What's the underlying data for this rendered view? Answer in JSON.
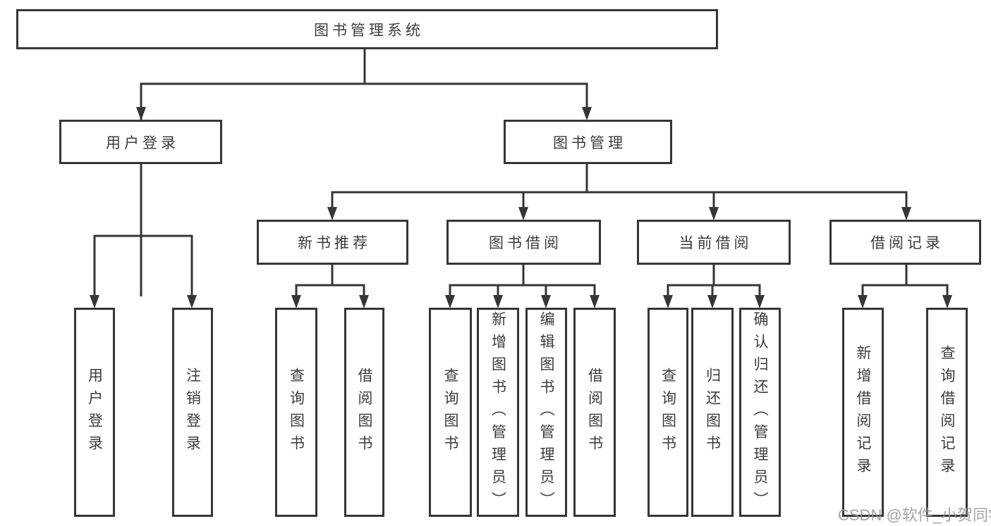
{
  "tree": {
    "label": "图书管理系统",
    "children": [
      {
        "label": "用户登录",
        "children": [
          {
            "label": "用户登录"
          },
          {
            "label": "注销登录"
          }
        ]
      },
      {
        "label": "图书管理",
        "children": [
          {
            "label": "新书推荐",
            "children": [
              {
                "label": "查询图书"
              },
              {
                "label": "借阅图书"
              }
            ]
          },
          {
            "label": "图书借阅",
            "children": [
              {
                "label": "查询图书"
              },
              {
                "label": "新增图书（管理员）"
              },
              {
                "label": "编辑图书（管理员）"
              },
              {
                "label": "借阅图书"
              }
            ]
          },
          {
            "label": "当前借阅",
            "children": [
              {
                "label": "查询图书"
              },
              {
                "label": "归还图书"
              },
              {
                "label": "确认归还（管理员）"
              }
            ]
          },
          {
            "label": "借阅记录",
            "children": [
              {
                "label": "新增借阅记录"
              },
              {
                "label": "查询借阅记录"
              }
            ]
          }
        ]
      }
    ]
  },
  "watermark": {
    "text": "CSDN @软件_小贺同学"
  },
  "colors": {
    "line": "#363636",
    "text": "#3c3c3c",
    "watermark": "#949494",
    "background": "#ffffff"
  }
}
